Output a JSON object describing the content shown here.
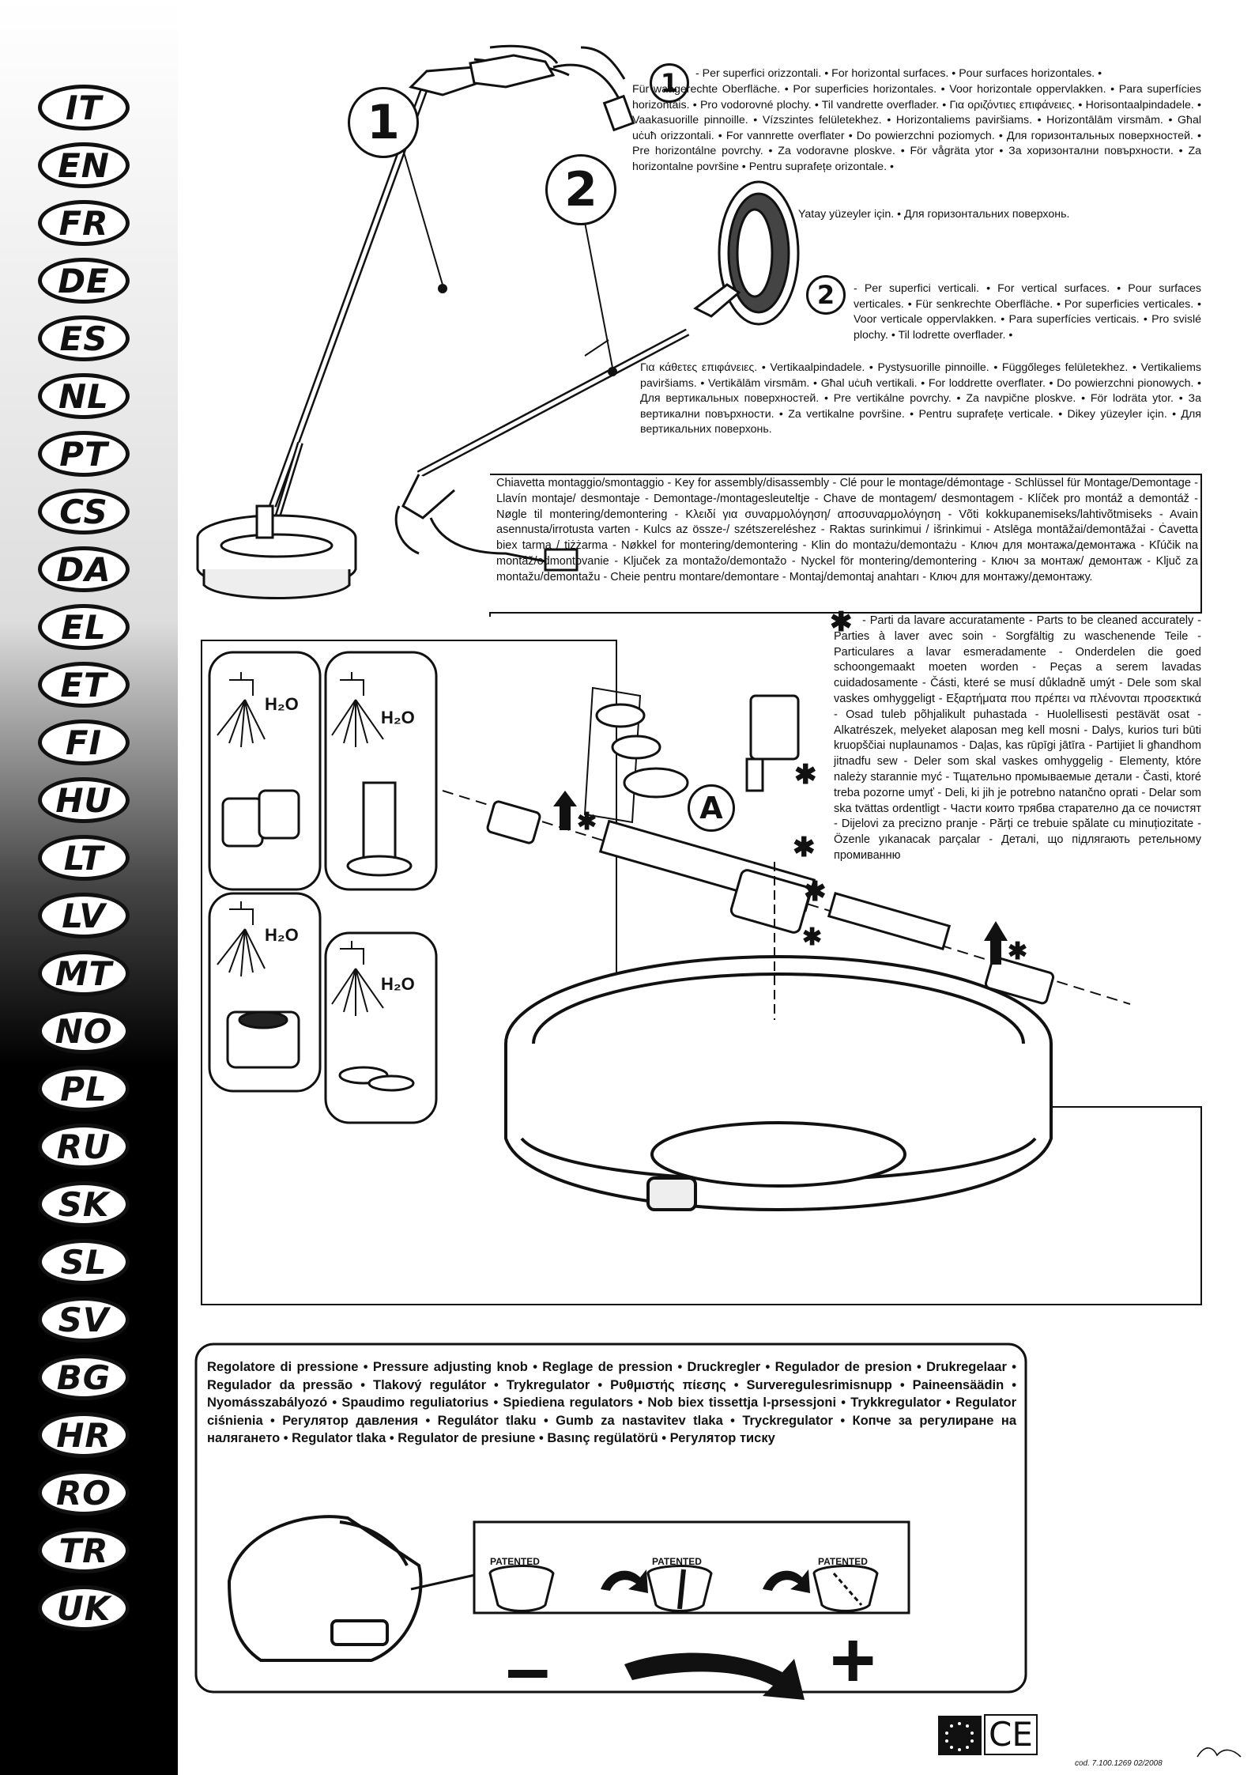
{
  "languages": [
    "IT",
    "EN",
    "FR",
    "DE",
    "ES",
    "NL",
    "PT",
    "CS",
    "DA",
    "EL",
    "ET",
    "FI",
    "HU",
    "LT",
    "LV",
    "MT",
    "NO",
    "PL",
    "RU",
    "SK",
    "SL",
    "SV",
    "BG",
    "HR",
    "RO",
    "TR",
    "UK"
  ],
  "callouts": {
    "one": "1",
    "two": "2",
    "a": "A"
  },
  "text_horizontal_1": "- Per superfici orizzontali. • For horizontal surfaces. • Pour surfaces horizontales. •",
  "text_horizontal_2": "Für waagerechte Oberfläche. • Por superficies horizontales. • Voor horizontale oppervlakken. • Para superfícies horizontais. • Pro vodorovné plochy. • Til vandrette overflader. • Για οριζόντιες επιφάνειες. • Horisontaalpindadele. • Vaakasuorille pinnoille. • Vízszintes felületekhez. • Horizontaliems paviršiams. • Horizontālām virsmām. • Għal uċuħ orizzontali. • For vannrette overflater • Do powierzchni poziomych. • Для горизонтальных поверхностей. • Pre horizontálne povrchy. • Za vodoravne ploskve. • För vågräta ytor • За хоризонтални повърхности. • Za horizontalne površine • Pentru suprafețe orizontale. •",
  "text_horizontal_3": "Yatay yüzeyler için. • Для горизонтальних поверхонь.",
  "text_vertical_1": "- Per superfici verticali. • For vertical surfaces. • Pour surfaces verticales. • Für senkrechte Oberfläche. • Por superficies verticales. • Voor verticale oppervlakken. • Para superfícies verticais. • Pro svislé plochy. • Til lodrette overflader. •",
  "text_vertical_2": "Για κάθετες επιφάνειες. • Vertikaalpindadele. • Pystysuorille pinnoille. • Függőleges felületekhez. • Vertikaliems paviršiams. • Vertikālām virsmām. • Għal uċuħ vertikali. • For loddrette overflater. • Do powierzchni pionowych. • Для вертикальных поверхностей. • Pre vertikálne povrchy. • Za navpične ploskve. • För lodräta ytor. • За вертикални повърхности. • Za vertikalne površine. • Pentru suprafețe verticale. • Dikey yüzeyler için. • Для вертикальних поверхонь.",
  "text_assembly_key": "Chiavetta montaggio/smontaggio - Key for assembly/disassembly - Clé pour le montage/démontage - Schlüssel für Montage/Demontage - Llavín montaje/ desmontaje - Demontage-/montagesleuteltje - Chave de montagem/ desmontagem - Klíček pro montáž a demontáž - Nøgle til montering/demontering - Κλειδί για συναρμολόγηση/ αποσυναρμολόγηση - Võti kokkupanemiseks/lahtivõtmiseks - Avain asennusta/irrotusta varten - Kulcs az össze-/ szétszereléshez - Raktas surinkimui / išrinkimui - Atslēga montāžai/demontāžai - Ċavetta biex tarma / tiżżarma - Nøkkel for montering/demontering - Klin do montażu/demontażu - Ключ для монтажа/демонтажа - Kľúčik na montáž/odmontovanie - Ključek za montažo/demontažo - Nyckel för montering/demontering - Ключ за монтаж/ демонтаж - Ključ za montažu/demontažu - Cheie pentru montare/demontare - Montaj/demontaj anahtarı - Ключ для монтажу/демонтажу.",
  "star_symbol": "✱",
  "text_parts_clean": "- Parti da lavare accuratamente - Parts to be cleaned accurately - Parties à laver avec soin - Sorgfältig zu waschenende Teile - Particulares a lavar esmeradamente - Onderdelen die goed schoongemaakt moeten worden - Peças a serem lavadas cuidadosamente - Části, které se musí důkladně umýt - Dele som skal vaskes omhyggeligt - Εξαρτήματα που πρέπει να πλένονται προσεκτικά - Osad tuleb põhjalikult puhastada - Huolellisesti pestävät osat - Alkatrészek, melyeket alaposan meg kell mosni - Dalys, kurios turi būti kruopščiai nuplaunamos - Daļas, kas rūpīgi jātīra - Partijiet li għandhom jitnadfu sew - Deler som skal vaskes omhyggelig - Elementy, które należy starannie myć - Тщательно промываемые детали - Časti, ktoré treba pozorne umyť - Deli, ki jih je potrebno natančno oprati - Delar som ska tvättas ordentligt - Части които трябва старателно да се почистят - Dijelovi za precizno pranje - Părți ce trebuie spălate cu minuțiozitate - Özenle yıkanacak parçalar - Деталі, що підлягають ретельному промиванню",
  "h2o_label": "H₂O",
  "text_pressure": "Regolatore di pressione • Pressure adjusting knob • Reglage de pression • Druckregler • Regulador de presion • Drukregelaar • Regulador da pressão • Tlakový regulátor • Trykregulator • Ρυθμιστής πίεσης • Surveregulesrimisnupp • Paineensäädin • Nyomásszabályozó • Spaudimo reguliatorius • Spiediena regulators • Nob biex tissettja l-prsessjoni • Trykkregulator • Regulator ciśnienia • Регулятор давления • Regulátor tlaku • Gumb za nastavitev tlaka • Tryckregulator • Копче за регулиране на налягането • Regulator tlaka • Regulator de presiune • Basınç regülatörü • Регулятор тиску",
  "patented_label": "PATENTED",
  "minus_symbol": "–",
  "plus_symbol": "+",
  "ce_mark": "CE",
  "footer_code": "cod. 7.100.1269  02/2008"
}
